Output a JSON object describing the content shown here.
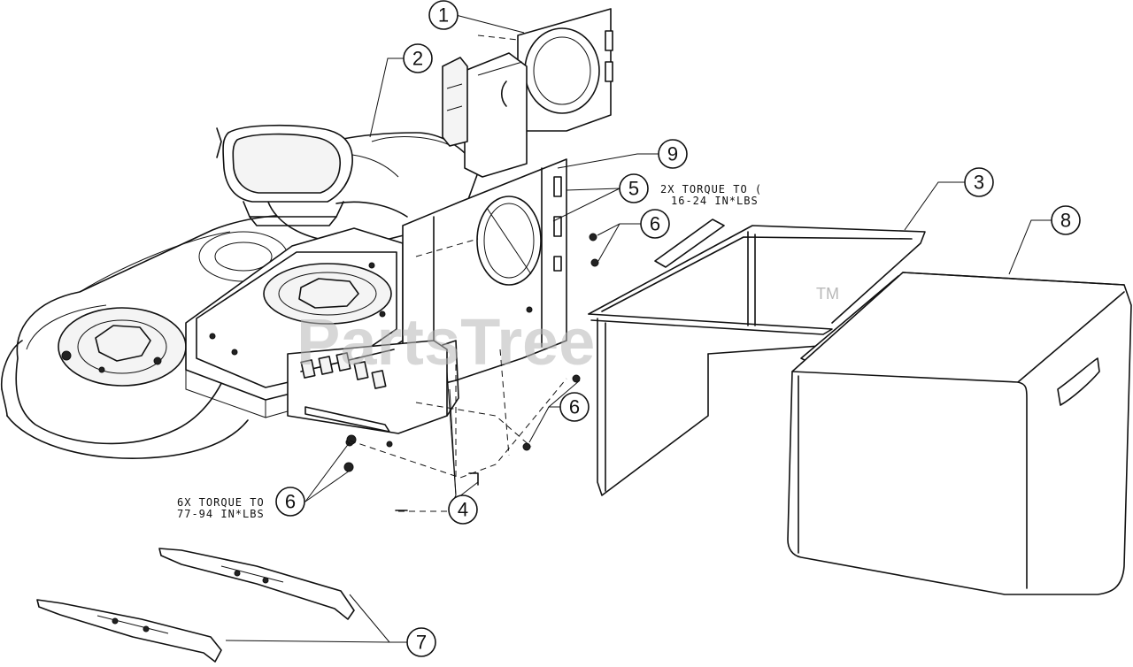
{
  "watermark": {
    "text": "PartsTree",
    "trademark": "TM"
  },
  "notes": {
    "torque_2x_line1": "2X TORQUE TO (",
    "torque_2x_line2": "16-24 IN*LBS",
    "torque_6x_line1": "6X TORQUE TO",
    "torque_6x_line2": "77-94 IN*LBS"
  },
  "callouts": {
    "c1": "1",
    "c2": "2",
    "c3": "3",
    "c4": "4",
    "c5": "5",
    "c6a": "6",
    "c6b": "6",
    "c6c": "6",
    "c7": "7",
    "c8": "8",
    "c9": "9"
  }
}
